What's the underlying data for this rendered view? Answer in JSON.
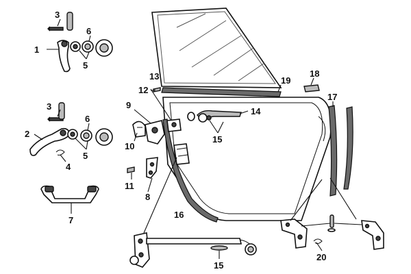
{
  "callouts": {
    "c1": "1",
    "c2": "2",
    "c3a": "3",
    "c3b": "3",
    "c4": "4",
    "c5a": "5",
    "c5b": "5",
    "c6a": "6",
    "c6b": "6",
    "c7": "7",
    "c8": "8",
    "c9": "9",
    "c10": "10",
    "c11": "11",
    "c12": "12",
    "c13": "13",
    "c14": "14",
    "c15a": "15",
    "c15b": "15",
    "c16": "16",
    "c17": "17",
    "c18": "18",
    "c19": "19",
    "c20": "20"
  }
}
